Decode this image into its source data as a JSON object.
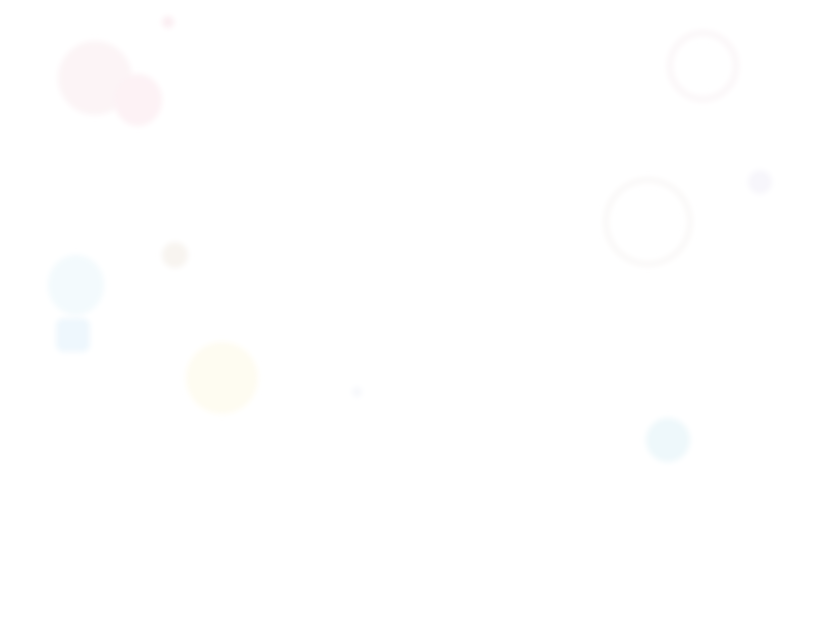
{
  "background": {
    "color": "#ffffff"
  },
  "decorations": [
    {
      "name": "ring-top-left",
      "color": "#fcf4f6"
    },
    {
      "name": "blob-top-left",
      "color": "#fdf2f5"
    },
    {
      "name": "dot-top-left",
      "color": "#fbeef2"
    },
    {
      "name": "ring-top-right",
      "color": "#fbf6f8"
    },
    {
      "name": "ring-middle-right",
      "color": "#f9f7f6"
    },
    {
      "name": "dot-right",
      "color": "#f7f6fb"
    },
    {
      "name": "blob-left-cyan",
      "color": "#f3fafd"
    },
    {
      "name": "blob-left-blue",
      "color": "#eef7fd"
    },
    {
      "name": "blob-center-yellow",
      "color": "#fefcf1"
    },
    {
      "name": "dot-center-left",
      "color": "#f8f4f0"
    },
    {
      "name": "dot-center",
      "color": "#f6f7fb"
    },
    {
      "name": "blob-bottom-right-cyan",
      "color": "#eef8fb"
    }
  ]
}
